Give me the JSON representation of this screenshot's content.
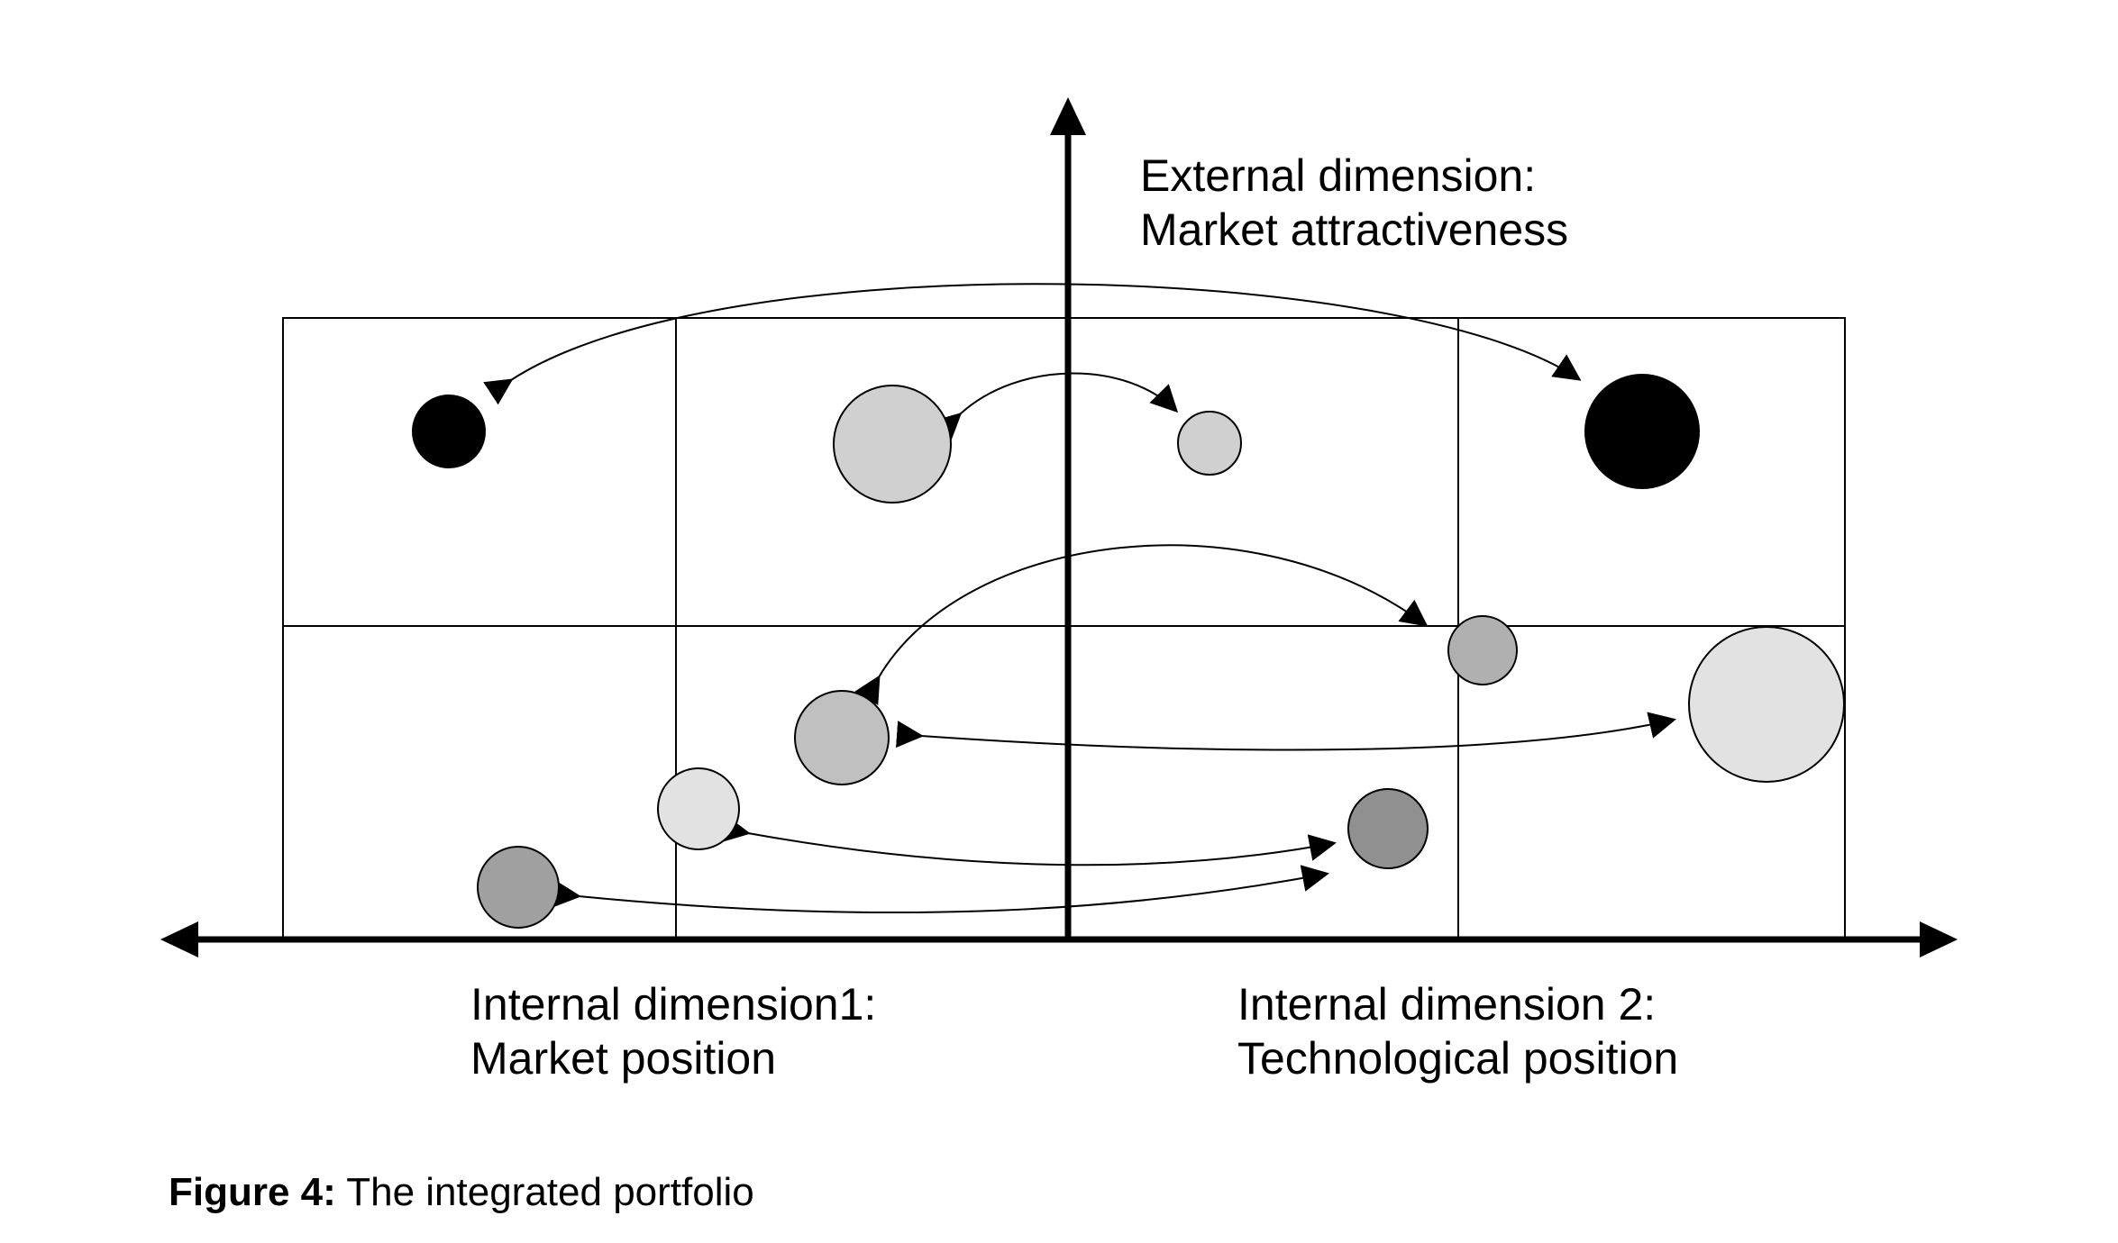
{
  "axes": {
    "external": {
      "line1": "External dimension:",
      "line2": "Market attractiveness"
    },
    "internal1": {
      "line1": "Internal dimension1:",
      "line2": "Market position"
    },
    "internal2": {
      "line1": "Internal dimension 2:",
      "line2": "Technological position"
    }
  },
  "caption": {
    "label": "Figure 4:",
    "text": " The integrated portfolio"
  },
  "colors": {
    "line": "#000000",
    "black": "#000000",
    "light_gray": "#d0d0d0",
    "very_light_gray": "#e2e2e2",
    "mid_gray": "#b0b0b0",
    "dark_gray": "#909090",
    "medium_gray": "#a0a0a0",
    "gray": "#c0c0c0"
  }
}
